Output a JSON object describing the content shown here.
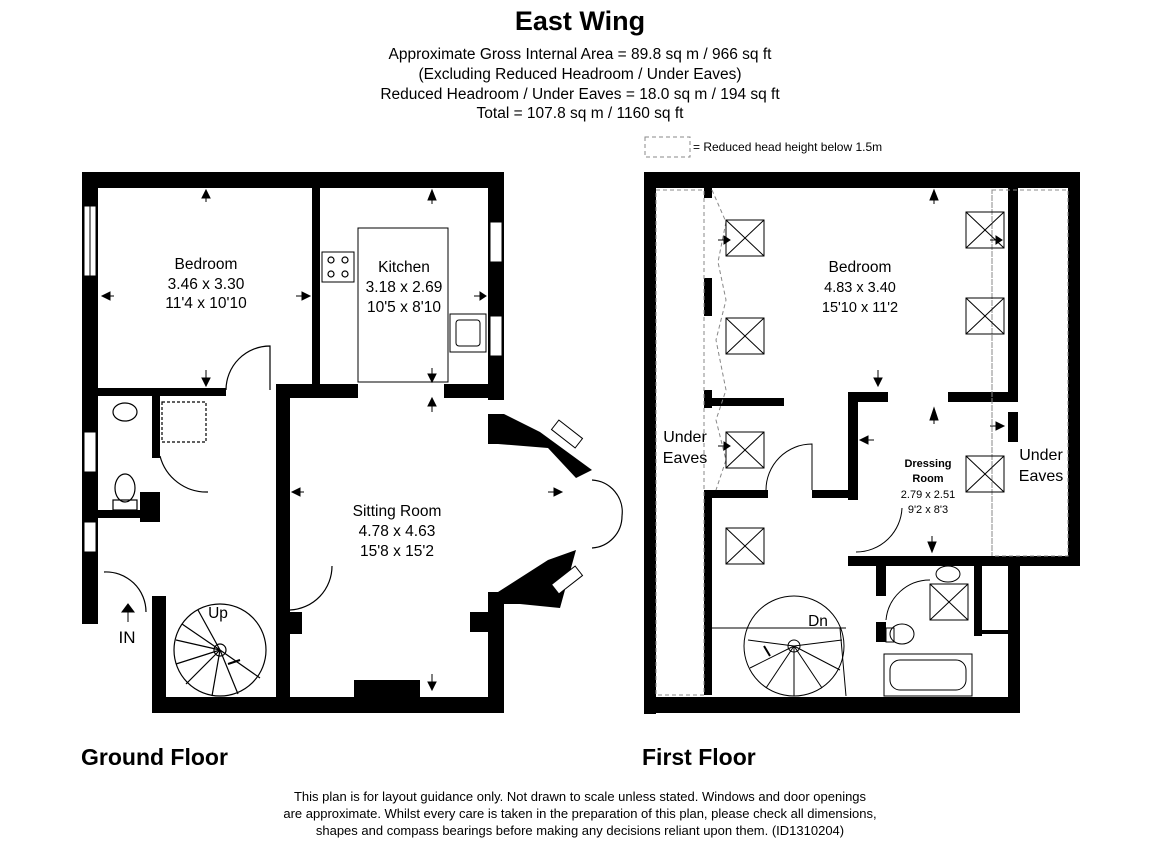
{
  "title": "East Wing",
  "areas": {
    "line1": "Approximate Gross Internal Area = 89.8 sq m / 966 sq ft",
    "line2": "(Excluding Reduced Headroom / Under Eaves)",
    "line3": "Reduced Headroom / Under Eaves = 18.0 sq m / 194 sq ft",
    "line4": "Total = 107.8 sq m / 1160 sq ft"
  },
  "legend": {
    "label": "= Reduced head height below 1.5m"
  },
  "ground_floor": {
    "label": "Ground Floor",
    "bedroom": {
      "name": "Bedroom",
      "metric": "3.46 x 3.30",
      "imperial": "11'4 x 10'10"
    },
    "kitchen": {
      "name": "Kitchen",
      "metric": "3.18 x 2.69",
      "imperial": "10'5 x 8'10"
    },
    "sitting_room": {
      "name": "Sitting Room",
      "metric": "4.78 x 4.63",
      "imperial": "15'8 x 15'2"
    },
    "stairs": "Up",
    "entrance": "IN"
  },
  "first_floor": {
    "label": "First Floor",
    "bedroom": {
      "name": "Bedroom",
      "metric": "4.83 x 3.40",
      "imperial": "15'10 x 11'2"
    },
    "dressing_room": {
      "name1": "Dressing",
      "name2": "Room",
      "metric": "2.79 x 2.51",
      "imperial": "9'2 x 8'3"
    },
    "eaves_left": {
      "line1": "Under",
      "line2": "Eaves"
    },
    "eaves_right": {
      "line1": "Under",
      "line2": "Eaves"
    },
    "stairs": "Dn"
  },
  "disclaimer": {
    "line1": "This plan is for layout guidance only. Not drawn to scale unless stated. Windows and door openings",
    "line2": "are approximate. Whilst every care is taken in the preparation of this plan, please check all dimensions,",
    "line3": "shapes and compass bearings before making any decisions reliant upon them. (ID1310204)"
  }
}
